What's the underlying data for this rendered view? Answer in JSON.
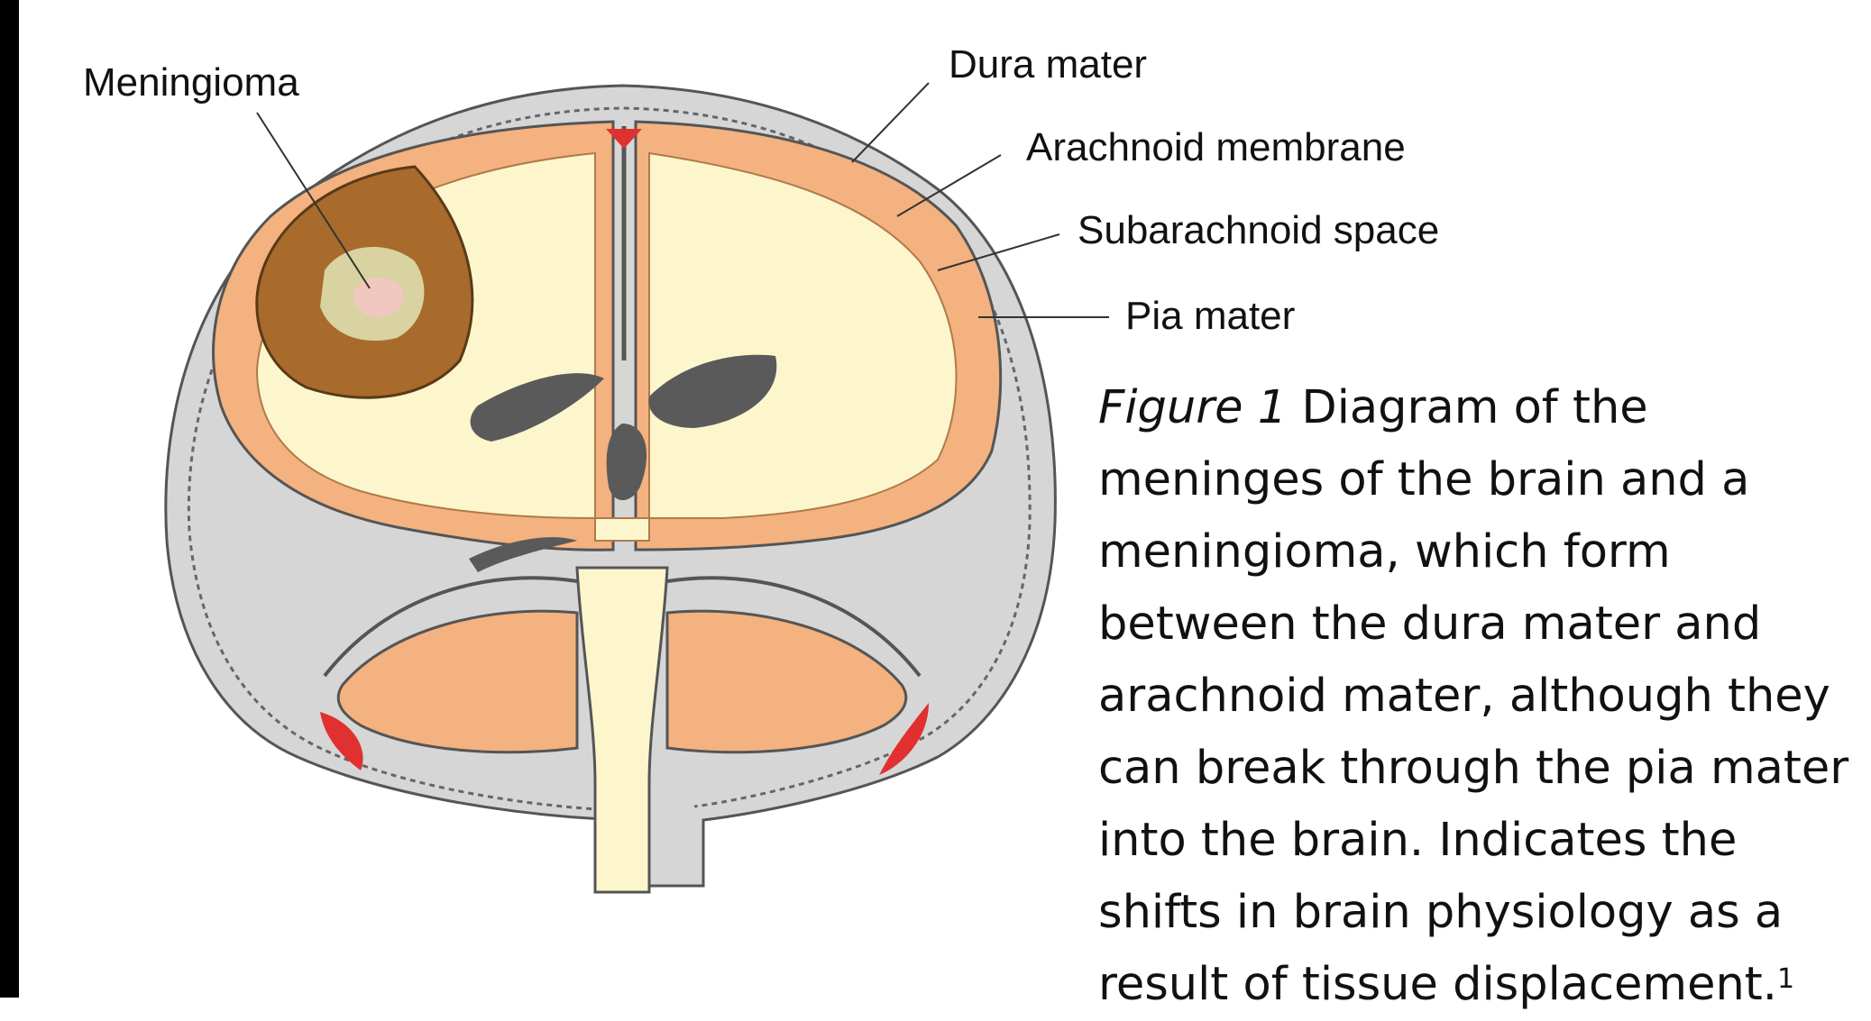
{
  "labels": {
    "meningioma": "Meningioma",
    "dura_mater": "Dura mater",
    "arachnoid_membrane": "Arachnoid membrane",
    "subarachnoid_space": "Subarachnoid space",
    "pia_mater": "Pia mater"
  },
  "caption": {
    "figure_label": "Figure 1",
    "text": " Diagram of the meninges of the brain and a meningioma, which form between the dura mater and arachnoid mater, although they can break through the pia mater into the brain. Indicates the shifts in brain physiology as a result of tissue displacement.",
    "superscript": "1"
  },
  "colors": {
    "skull": "#d9d9d9",
    "gray_matter": "#f3b27f",
    "white_matter": "#fdf6cc",
    "ventricles": "#5a5a5a",
    "sinus": "#e03030",
    "tumor": "#a86b2c"
  }
}
